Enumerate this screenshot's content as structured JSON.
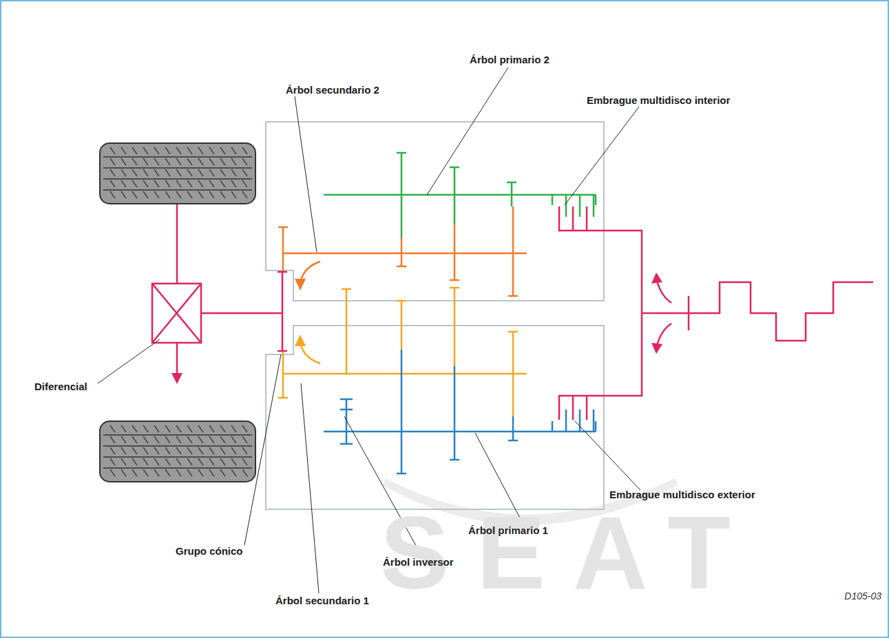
{
  "diagram": {
    "labels": [
      "Árbol primario 2",
      "Árbol secundario 2",
      "Embrague multidisco interior",
      "Diferencial",
      "Embrague multidisco exterior",
      "Árbol primario 1",
      "Grupo cónico",
      "Árbol inversor",
      "Árbol secundario 1",
      "SEAT",
      "D105-03"
    ]
  }
}
